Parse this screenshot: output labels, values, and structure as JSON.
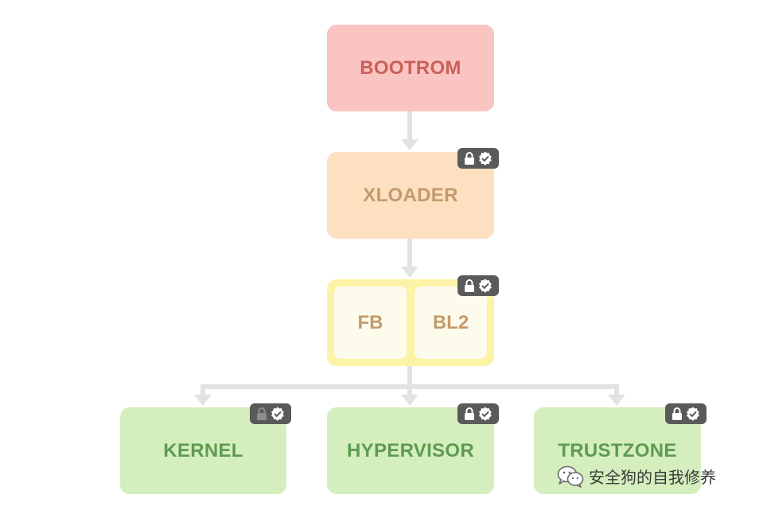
{
  "nodes": {
    "bootrom": "BOOTROM",
    "xloader": "XLOADER",
    "fb": "FB",
    "bl2": "BL2",
    "kernel": "KERNEL",
    "hypervisor": "HYPERVISOR",
    "trustzone": "TRUSTZONE"
  },
  "badges": {
    "xloader": {
      "locked": true,
      "verified": true
    },
    "fb_bl2": {
      "locked": true,
      "verified": true
    },
    "kernel": {
      "locked": false,
      "verified": true
    },
    "hypervisor": {
      "locked": true,
      "verified": true
    },
    "trustzone": {
      "locked": true,
      "verified": true
    }
  },
  "colors": {
    "bootrom_bg": "#f9c4c2",
    "bootrom_text": "#c9605a",
    "xloader_bg": "#fce0c0",
    "xloader_text": "#c49a6c",
    "group_bg": "#fdf3a6",
    "inner_bg": "#fdfbec",
    "group_text": "#c49a6c",
    "os_bg": "#d4efbd",
    "os_text": "#5e9a52",
    "arrow": "#e2e2e2",
    "badge_bg": "#5a5a5a"
  },
  "watermark": {
    "icon": "wechat-icon",
    "text": "安全狗的自我修养"
  }
}
